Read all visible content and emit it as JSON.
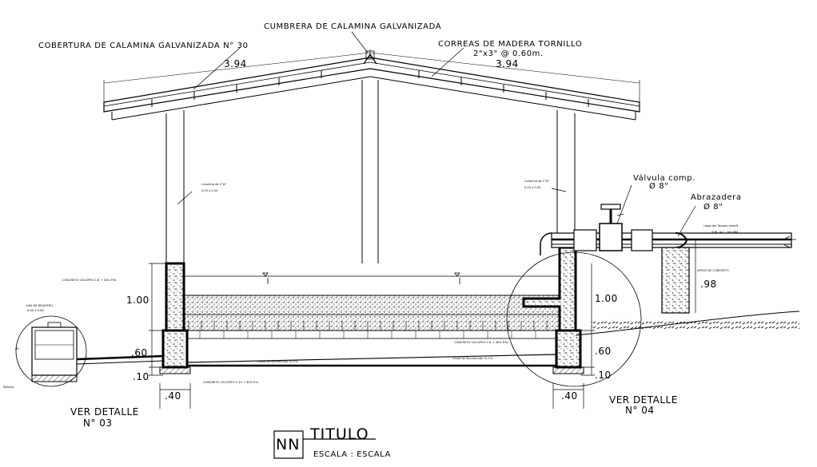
{
  "labels": {
    "cumbrera": "CUMBRERA DE CALAMINA GALVANIZADA",
    "cobertura": "COBERTURA DE CALAMINA GALVANIZADA N° 30",
    "correas_1": "CORREAS DE MADERA TORNILLO",
    "correas_2": "2\"x3\" @ 0.60m.",
    "span_left": "3.94",
    "span_right": "3.94",
    "columna_left_1": "Columna de C°A°",
    "columna_left_2": "0.25 x 0.25",
    "columna_right_1": "Columna de C°A°",
    "columna_right_2": "0.25 x 0.25",
    "valvula_1": "Válvula comp.",
    "valvula_2": "Ø 8\"",
    "abrazadera_1": "Abrazadera",
    "abrazadera_2": "Ø 8\"",
    "llega_1": "Llega del Tanque Imhoff",
    "llega_2": "TUB. ALC. 200 MM.",
    "apoyo": "APOYO DE CONCRETO",
    "concreto_top": "CONCRETO CICLOPEO 1:8 + 30% P.M.",
    "concreto_right": "CONCRETO CICLOPEO 1:8 + 30% P.M.",
    "concreto_bottom": "CONCRETO CICLOPEO 1:10 + 30% P.G.",
    "canal_left": "Canal de Recolección S=1%",
    "canal_right": "Canal de Recolección S=1%",
    "caja_1": "CAJA DE REGISTRO",
    "caja_2": "0.60 X 0.60",
    "relleno": "Relleno",
    "ver_left_1": "VER DETALLE",
    "ver_left_2": "N° 03",
    "ver_right_1": "VER DETALLE",
    "ver_right_2": "N° 04",
    "dim_100_left": "1.00",
    "dim_60_left": ".60",
    "dim_10_left": ".10",
    "dim_40_left": ".40",
    "dim_100_right": "1.00",
    "dim_60_right": ".60",
    "dim_10_right": ".10",
    "dim_40_right": ".40",
    "dim_98": ".98",
    "dim_60_box": ".60",
    "title_nn": "NN",
    "title_main": "TITULO",
    "title_scale": "ESCALA : ESCALA"
  }
}
